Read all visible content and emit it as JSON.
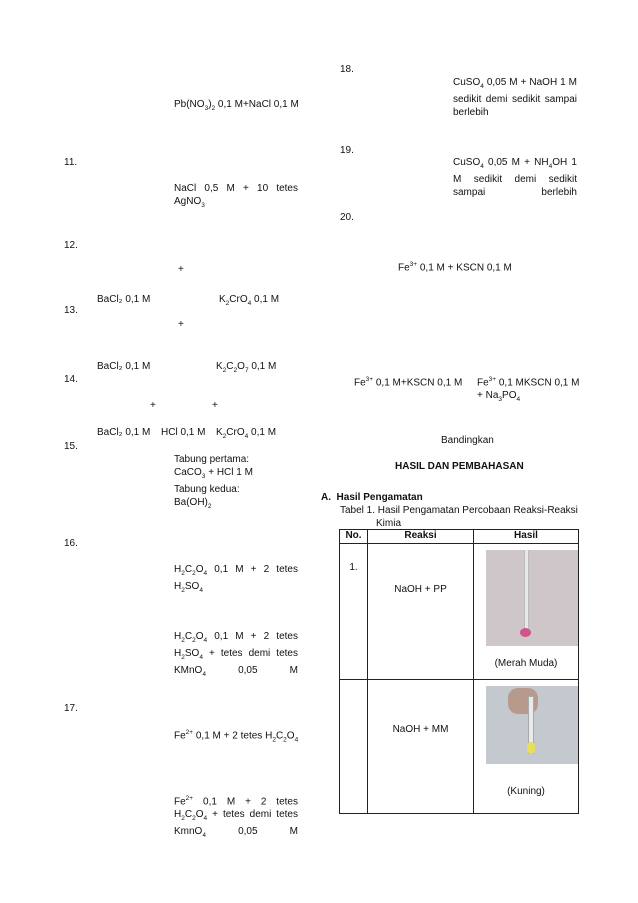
{
  "left": {
    "item10": {
      "label_html": "Pb(NO<sub>3</sub>)<sub>2</sub> 0,1 M+NaCl 0,1 M"
    },
    "item11": {
      "num": "11.",
      "label_html": "NaCl 0,5 M + 10 tetes AgNO<sub>3</sub>"
    },
    "item12": {
      "num": "12.",
      "plus": "+",
      "left_label": "BaCl₂ 0,1 M",
      "right_label_html": "K<sub>2</sub>CrO<sub>4</sub> 0,1 M"
    },
    "item13": {
      "num": "13.",
      "plus": "+",
      "left_label": "BaCl₂ 0,1 M",
      "right_label_html": "K<sub>2</sub>C<sub>2</sub>O<sub>7</sub> 0,1 M"
    },
    "item14": {
      "num": "14.",
      "plus1": "+",
      "plus2": "+",
      "label1": "BaCl₂ 0,1 M",
      "label2": "HCl 0,1 M",
      "label3_html": "K<sub>2</sub>CrO<sub>4</sub> 0,1 M"
    },
    "item15": {
      "num": "15.",
      "label_html": "Tabung pertama:<br>CaCO<sub>3</sub> + HCl 1 M<br>Tabung kedua:<br>Ba(OH)<sub>2</sub>"
    },
    "item16": {
      "num": "16.",
      "label_a_html": "H<sub>2</sub>C<sub>2</sub>O<sub>4</sub> 0,1 M + 2 tetes H<sub>2</sub>SO<sub>4</sub>",
      "label_b_html": "H<sub>2</sub>C<sub>2</sub>O<sub>4</sub> 0,1 M + 2 tetes H<sub>2</sub>SO<sub>4</sub> + tetes demi tetes KMnO<sub>4</sub> 0,05 M"
    },
    "item17": {
      "num": "17.",
      "label_a_html": "Fe<sup>2+</sup> 0,1 M + 2 tetes H<sub>2</sub>C<sub>2</sub>O<sub>4</sub>",
      "label_b_html": "Fe<sup>2+</sup> 0,1 M + 2 tetes H<sub>2</sub>C<sub>2</sub>O<sub>4</sub> + tetes demi tetes KmnO<sub>4</sub> 0,05 M"
    }
  },
  "right": {
    "item18": {
      "num": "18.",
      "label_html": "CuSO<sub>4</sub> 0,05 M + NaOH 1 M sedikit demi sedikit sampai berlebih"
    },
    "item19": {
      "num": "19.",
      "label_html": "CuSO<sub>4</sub> 0,05 M + NH<sub>4</sub>OH 1 M sedikit demi sedikit sampai berlebih"
    },
    "item20": {
      "num": "20.",
      "top_html": "Fe<sup>3+</sup> 0,1 M + KSCN 0,1 M",
      "left_html": "Fe<sup>3+</sup> 0,1 M+KSCN 0,1 M",
      "right_html": "Fe<sup>3+</sup> 0,1 MKSCN 0,1 M<br>+ Na<sub>3</sub>PO<sub>4</sub>",
      "compare": "Bandingkan"
    },
    "section_title": "HASIL DAN PEMBAHASAN",
    "subsection": "A.  Hasil Pengamatan",
    "table_caption_line1": "Tabel 1. Hasil Pengamatan Percobaan Reaksi-Reaksi",
    "table_caption_line2": "Kimia",
    "table": {
      "headers": [
        "No.",
        "Reaksi",
        "Hasil"
      ],
      "rows": [
        {
          "no": "1.",
          "reaction": "NaOH + PP",
          "result": "(Merah Muda)"
        },
        {
          "no": "",
          "reaction": "NaOH + MM",
          "result": "(Kuning)"
        }
      ]
    }
  },
  "colors": {
    "flame": "#2a6fd6",
    "dropper_bulb": "#d62a2a",
    "photo_bg": "#cfc6c9",
    "pink": "#d0558a",
    "yellow": "#e8e05a"
  }
}
